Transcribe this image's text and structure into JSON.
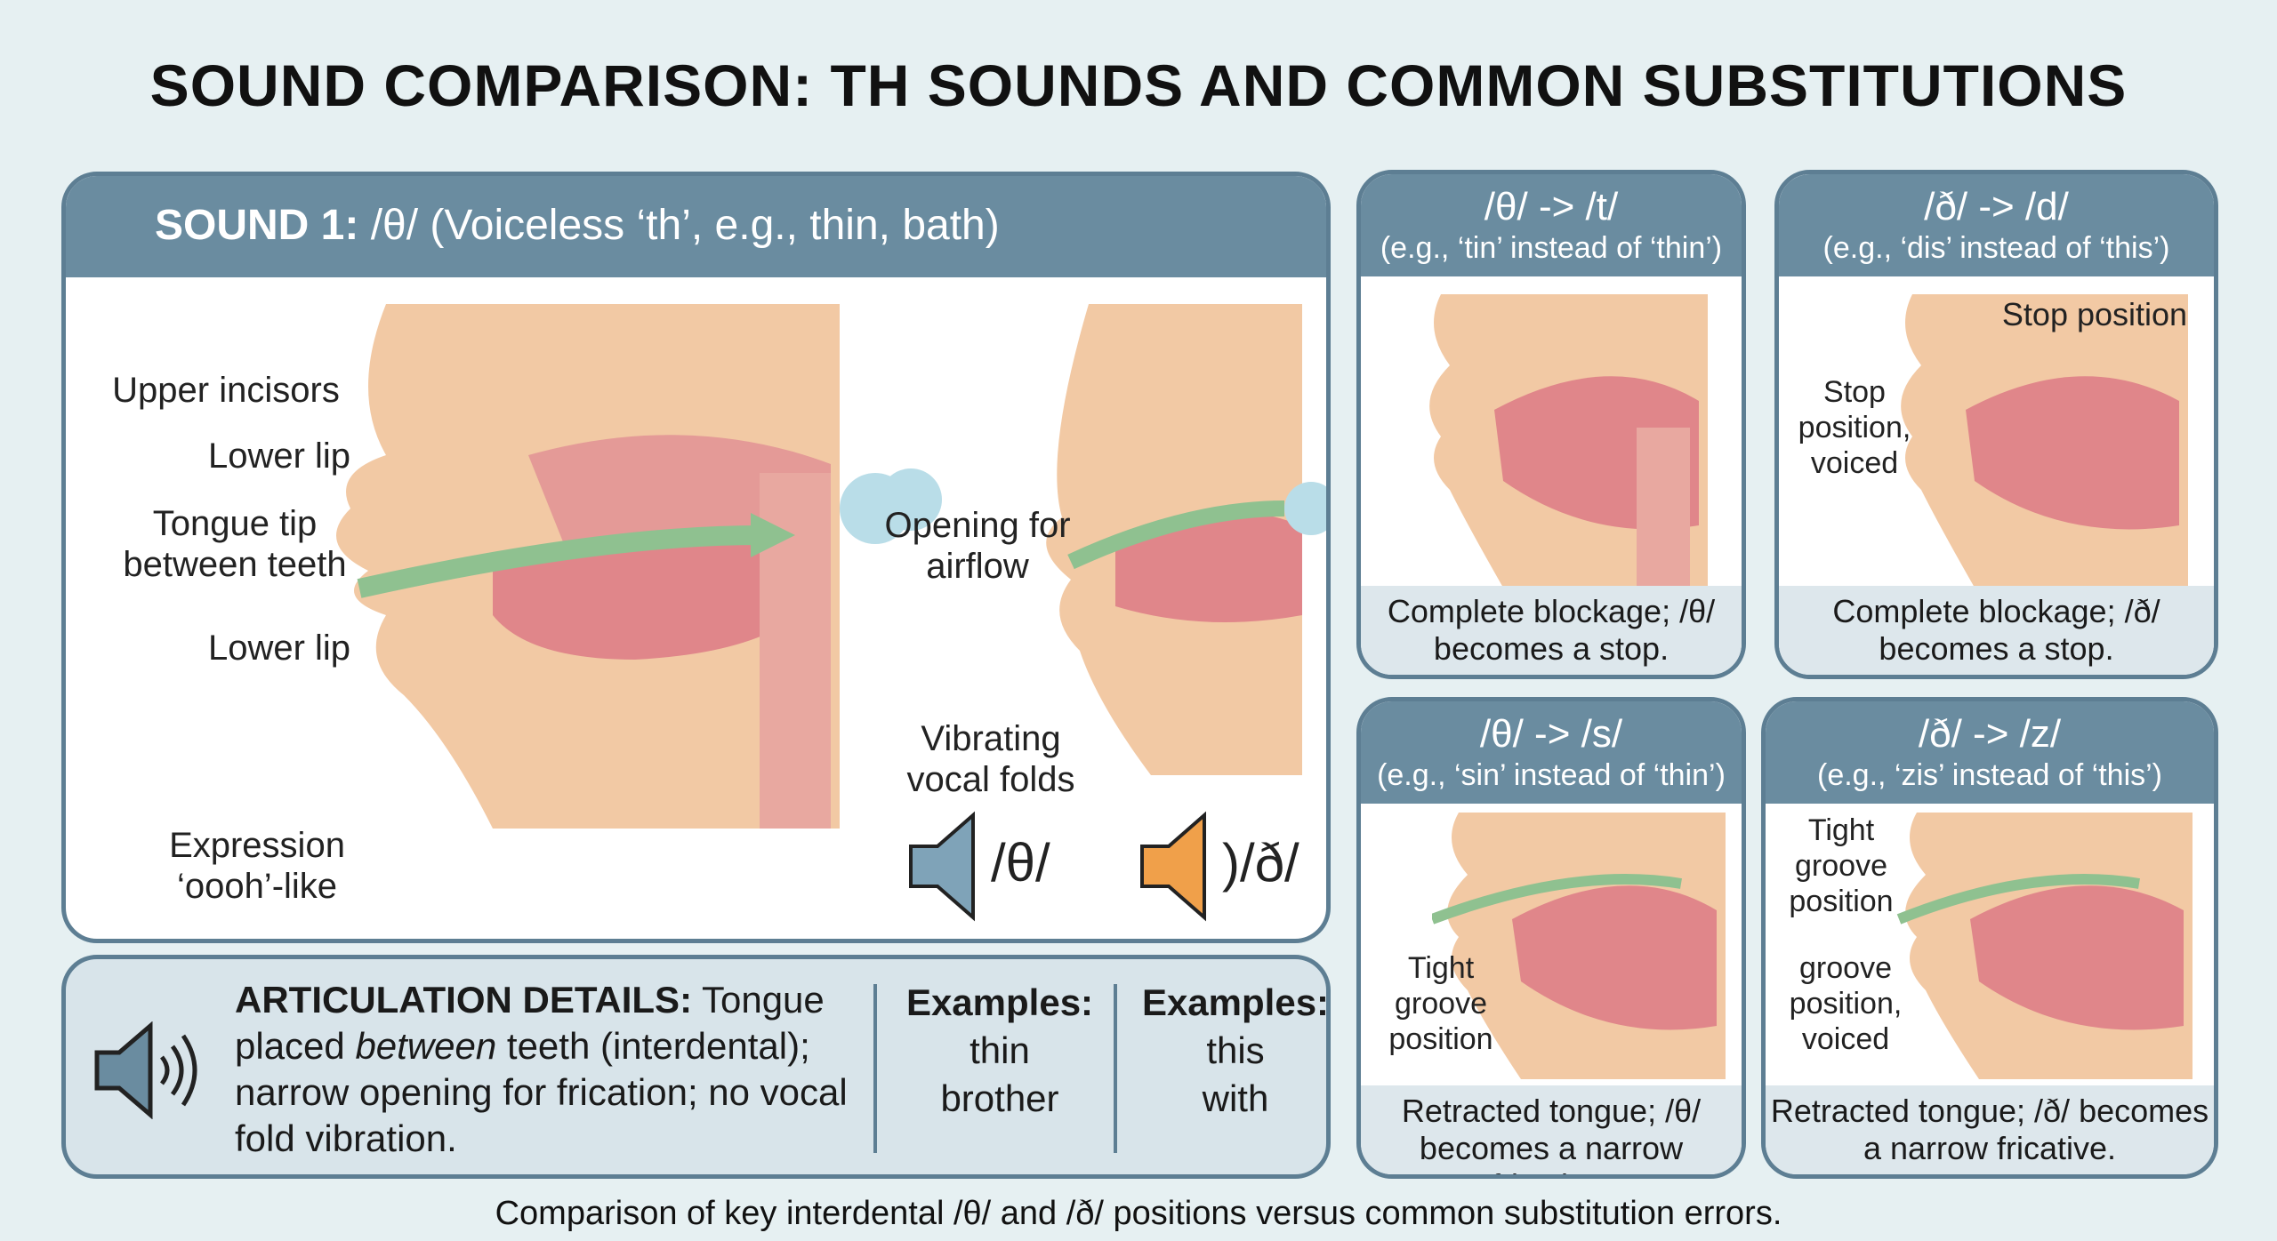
{
  "title": "SOUND COMPARISON: TH SOUNDS AND COMMON SUBSTITUTIONS",
  "main": {
    "header_bold": "SOUND 1:",
    "header_rest": " /θ/ (Voiceless ‘th’, e.g., thin, bath)",
    "labels": {
      "upper_incisors": "Upper incisors",
      "lower_lip_1": "Lower lip",
      "tongue_tip": "Tongue tip between teeth",
      "lower_lip_2": "Lower lip",
      "opening": "Opening for airflow",
      "vibrating": "Vibrating vocal folds",
      "expression": "Expression ‘oooh’-like"
    },
    "sound_theta": "/θ/",
    "sound_eth": ")/ð/"
  },
  "details": {
    "heading": "ARTICULATION DETAILS:",
    "text_1": " Tongue placed ",
    "text_em": "between",
    "text_2": " teeth (interdental); narrow opening for frication; no vocal fold vibration.",
    "examples_1": {
      "label": "Examples:",
      "words": [
        "thin",
        "brother"
      ]
    },
    "examples_2": {
      "label": "Examples:",
      "words": [
        "this",
        "with"
      ]
    }
  },
  "cards": [
    {
      "title": "/θ/ -> /t/",
      "subtitle": "(e.g., ‘tin’ instead of ‘thin’)",
      "footer": "Complete blockage; /θ/ becomes a stop.",
      "labels": []
    },
    {
      "title": "/ð/ -> /d/",
      "subtitle": "(e.g., ‘dis’ instead of ‘this’)",
      "footer": "Complete blockage; /ð/ becomes a stop.",
      "labels": [
        "Stop position",
        "Stop position, voiced"
      ]
    },
    {
      "title": "/θ/ -> /s/",
      "subtitle": "(e.g., ‘sin’ instead of ‘thin’)",
      "footer": "Retracted tongue; /θ/ becomes a narrow fricative.",
      "labels": [
        "Tight groove position"
      ]
    },
    {
      "title": "/ð/ -> /z/",
      "subtitle": "(e.g., ‘zis’ instead of ‘this’)",
      "footer": "Retracted tongue; /ð/ becomes a narrow fricative.",
      "labels": [
        "Tight groove position",
        "groove position, voiced"
      ]
    }
  ],
  "caption": "Comparison of key interdental /θ/ and /ð/ positions versus common substitution errors.",
  "colors": {
    "header": "#6a8ca0",
    "border": "#5d7e93",
    "skin": "#f2c9a4",
    "tongue": "#e0868a",
    "airflow": "#9cc79a"
  }
}
